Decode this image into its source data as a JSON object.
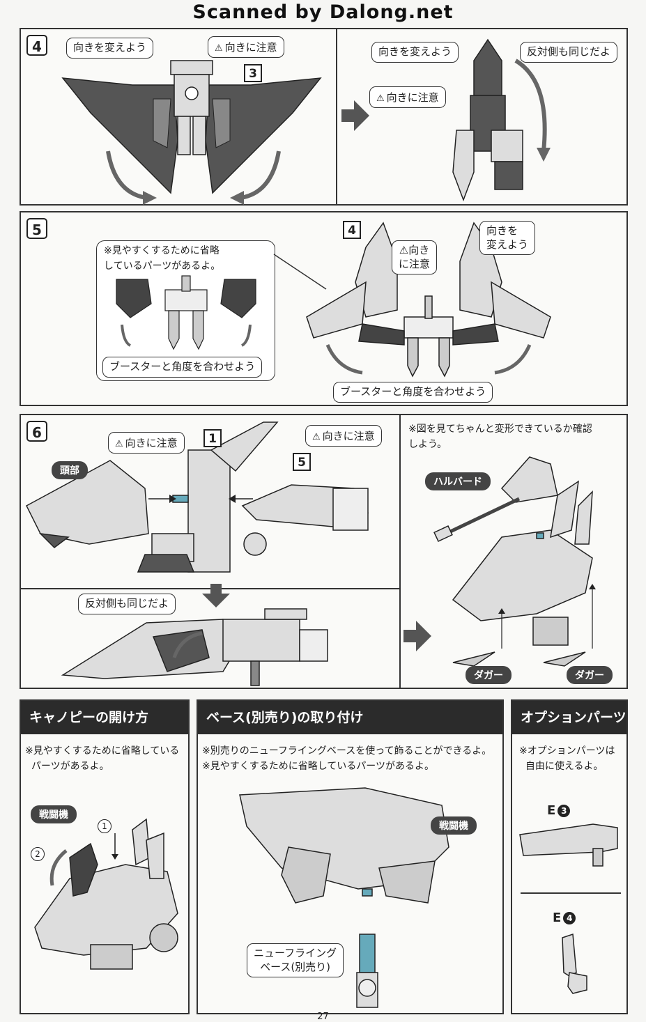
{
  "watermark": "Scanned by Dalong.net",
  "page_number": "27",
  "step4": {
    "num": "4",
    "left_turn": "向きを変えよう",
    "left_warn": "向きに注意",
    "left_part": "3",
    "right_turn": "向きを変えよう",
    "right_same": "反対側も同じだよ",
    "right_warn": "向きに注意"
  },
  "step5": {
    "num": "5",
    "inset_note_line1": "※見やすくするために省略",
    "inset_note_line2": "しているパーツがあるよ。",
    "inset_align": "ブースターと角度を合わせよう",
    "part": "4",
    "warn_line1": "向き",
    "warn_line2": "に注意",
    "turn_line1": "向きを",
    "turn_line2": "変えよう",
    "align": "ブースターと角度を合わせよう"
  },
  "step6": {
    "num": "6",
    "warn_a": "向きに注意",
    "part_a": "1",
    "warn_b": "向きに注意",
    "part_b": "5",
    "head": "頭部",
    "same_side": "反対側も同じだよ",
    "check_line1": "※図を見てちゃんと変形できているか確認",
    "check_line2": "しよう。",
    "halberd": "ハルバード",
    "dagger_left": "ダガー",
    "dagger_right": "ダガー"
  },
  "canopy": {
    "title": "キャノピーの開け方",
    "note_line1": "※見やすくするために省略している",
    "note_line2": "パーツがあるよ。",
    "fighter": "戦闘機",
    "n1": "1",
    "n2": "2"
  },
  "base": {
    "title": "ベース(別売り)の取り付け",
    "note_line1": "※別売りのニューフライングベースを使って飾ることができるよ。",
    "note_line2": "※見やすくするために省略しているパーツがあるよ。",
    "fighter": "戦闘機",
    "base_line1": "ニューフライング",
    "base_line2": "ベース(別売り)"
  },
  "option": {
    "title": "オプションパーツ",
    "note_line1": "※オプションパーツは",
    "note_line2": "自由に使えるよ。",
    "part_e3_letter": "E",
    "part_e3_num": "3",
    "part_e4_letter": "E",
    "part_e4_num": "4"
  }
}
